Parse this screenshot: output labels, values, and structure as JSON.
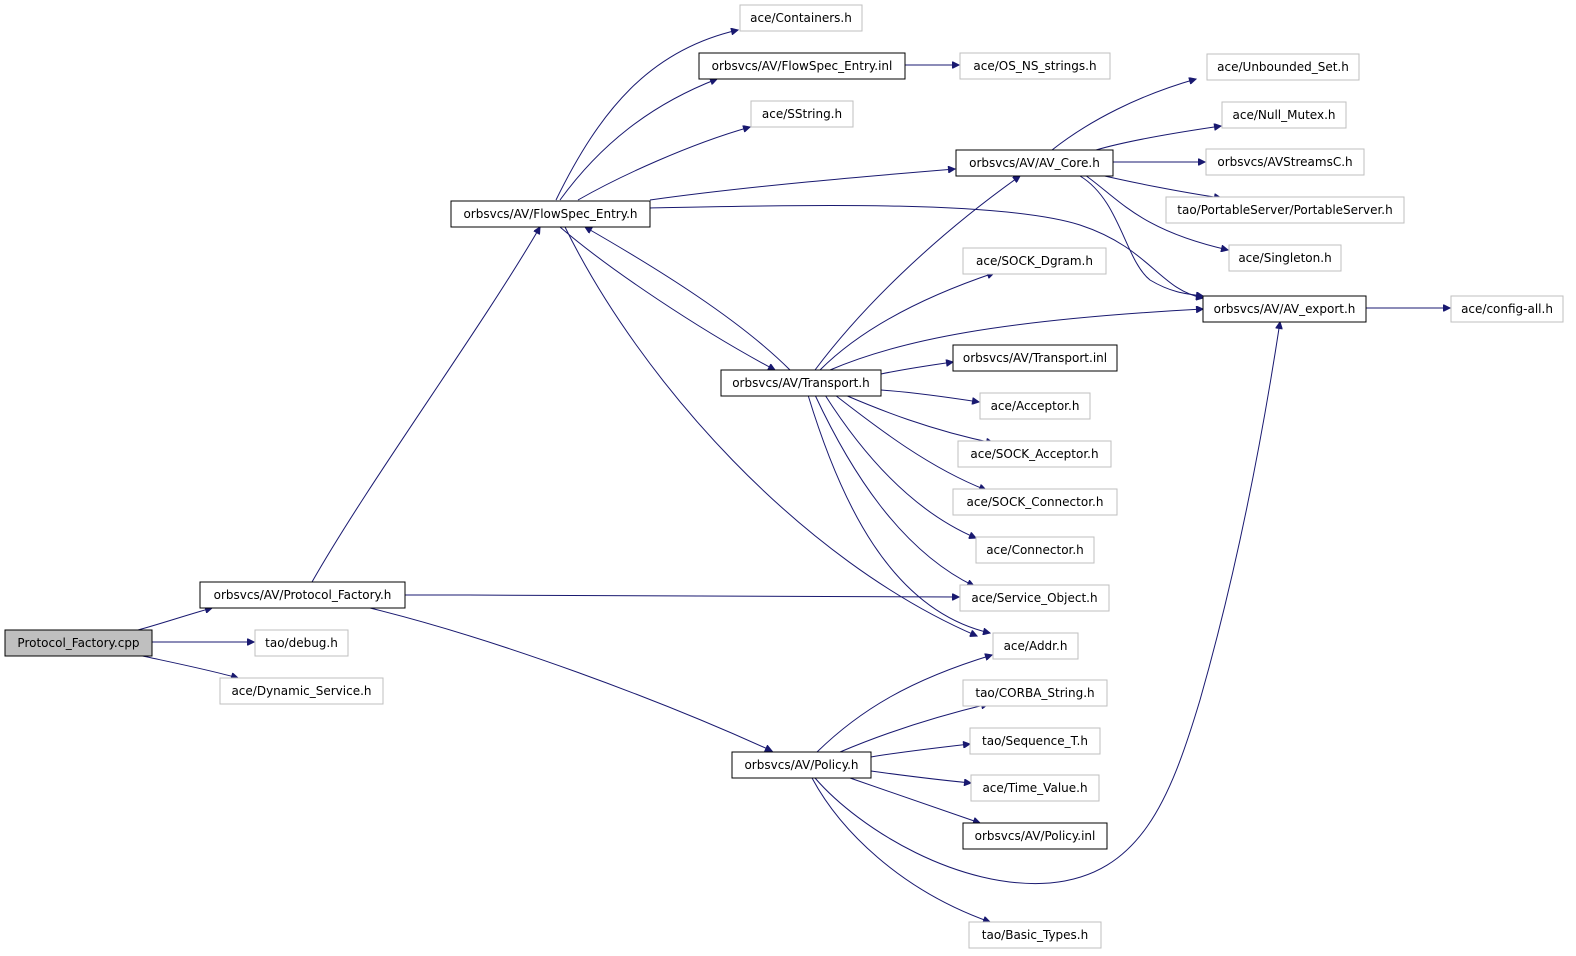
{
  "colors": {
    "edge": "#191970",
    "root_fill": "#bfbfbf",
    "documented_border": "#000000",
    "undocumented_border": "#bfbfbf",
    "background": "#ffffff"
  },
  "nodes": [
    {
      "id": "protocol_factory_cpp",
      "label": "Protocol_Factory.cpp",
      "kind": "root"
    },
    {
      "id": "protocol_factory_h",
      "label": "orbsvcs/AV/Protocol_Factory.h",
      "kind": "documented"
    },
    {
      "id": "debug_h",
      "label": "tao/debug.h",
      "kind": "external"
    },
    {
      "id": "dynamic_service_h",
      "label": "ace/Dynamic_Service.h",
      "kind": "external"
    },
    {
      "id": "flowspec_entry_h",
      "label": "orbsvcs/AV/FlowSpec_Entry.h",
      "kind": "documented"
    },
    {
      "id": "containers_h",
      "label": "ace/Containers.h",
      "kind": "external"
    },
    {
      "id": "flowspec_entry_inl",
      "label": "orbsvcs/AV/FlowSpec_Entry.inl",
      "kind": "documented"
    },
    {
      "id": "os_ns_strings_h",
      "label": "ace/OS_NS_strings.h",
      "kind": "external"
    },
    {
      "id": "sstring_h",
      "label": "ace/SString.h",
      "kind": "external"
    },
    {
      "id": "av_core_h",
      "label": "orbsvcs/AV/AV_Core.h",
      "kind": "documented"
    },
    {
      "id": "unbounded_set_h",
      "label": "ace/Unbounded_Set.h",
      "kind": "external"
    },
    {
      "id": "null_mutex_h",
      "label": "ace/Null_Mutex.h",
      "kind": "external"
    },
    {
      "id": "avstreamsc_h",
      "label": "orbsvcs/AVStreamsC.h",
      "kind": "external"
    },
    {
      "id": "portableserver_h",
      "label": "tao/PortableServer/PortableServer.h",
      "kind": "external"
    },
    {
      "id": "singleton_h",
      "label": "ace/Singleton.h",
      "kind": "external"
    },
    {
      "id": "av_export_h",
      "label": "orbsvcs/AV/AV_export.h",
      "kind": "documented"
    },
    {
      "id": "config_all_h",
      "label": "ace/config-all.h",
      "kind": "external"
    },
    {
      "id": "sock_dgram_h",
      "label": "ace/SOCK_Dgram.h",
      "kind": "external"
    },
    {
      "id": "transport_inl",
      "label": "orbsvcs/AV/Transport.inl",
      "kind": "documented"
    },
    {
      "id": "transport_h",
      "label": "orbsvcs/AV/Transport.h",
      "kind": "documented"
    },
    {
      "id": "acceptor_h",
      "label": "ace/Acceptor.h",
      "kind": "external"
    },
    {
      "id": "sock_acceptor_h",
      "label": "ace/SOCK_Acceptor.h",
      "kind": "external"
    },
    {
      "id": "sock_connector_h",
      "label": "ace/SOCK_Connector.h",
      "kind": "external"
    },
    {
      "id": "connector_h",
      "label": "ace/Connector.h",
      "kind": "external"
    },
    {
      "id": "service_object_h",
      "label": "ace/Service_Object.h",
      "kind": "external"
    },
    {
      "id": "addr_h",
      "label": "ace/Addr.h",
      "kind": "external"
    },
    {
      "id": "corba_string_h",
      "label": "tao/CORBA_String.h",
      "kind": "external"
    },
    {
      "id": "sequence_t_h",
      "label": "tao/Sequence_T.h",
      "kind": "external"
    },
    {
      "id": "policy_h",
      "label": "orbsvcs/AV/Policy.h",
      "kind": "documented"
    },
    {
      "id": "time_value_h",
      "label": "ace/Time_Value.h",
      "kind": "external"
    },
    {
      "id": "policy_inl",
      "label": "orbsvcs/AV/Policy.inl",
      "kind": "documented"
    },
    {
      "id": "basic_types_h",
      "label": "tao/Basic_Types.h",
      "kind": "external"
    }
  ],
  "edges": [
    {
      "from": "protocol_factory_cpp",
      "to": "protocol_factory_h"
    },
    {
      "from": "protocol_factory_cpp",
      "to": "debug_h"
    },
    {
      "from": "protocol_factory_cpp",
      "to": "dynamic_service_h"
    },
    {
      "from": "protocol_factory_h",
      "to": "flowspec_entry_h"
    },
    {
      "from": "protocol_factory_h",
      "to": "service_object_h"
    },
    {
      "from": "protocol_factory_h",
      "to": "policy_h"
    },
    {
      "from": "flowspec_entry_h",
      "to": "containers_h"
    },
    {
      "from": "flowspec_entry_h",
      "to": "flowspec_entry_inl"
    },
    {
      "from": "flowspec_entry_h",
      "to": "sstring_h"
    },
    {
      "from": "flowspec_entry_h",
      "to": "av_core_h"
    },
    {
      "from": "flowspec_entry_h",
      "to": "av_export_h"
    },
    {
      "from": "flowspec_entry_h",
      "to": "transport_h"
    },
    {
      "from": "flowspec_entry_h",
      "to": "addr_h"
    },
    {
      "from": "flowspec_entry_inl",
      "to": "os_ns_strings_h"
    },
    {
      "from": "av_core_h",
      "to": "unbounded_set_h"
    },
    {
      "from": "av_core_h",
      "to": "null_mutex_h"
    },
    {
      "from": "av_core_h",
      "to": "avstreamsc_h"
    },
    {
      "from": "av_core_h",
      "to": "portableserver_h"
    },
    {
      "from": "av_core_h",
      "to": "singleton_h"
    },
    {
      "from": "av_core_h",
      "to": "av_export_h"
    },
    {
      "from": "av_export_h",
      "to": "config_all_h"
    },
    {
      "from": "transport_h",
      "to": "flowspec_entry_h"
    },
    {
      "from": "transport_h",
      "to": "av_core_h"
    },
    {
      "from": "transport_h",
      "to": "sock_dgram_h"
    },
    {
      "from": "transport_h",
      "to": "av_export_h"
    },
    {
      "from": "transport_h",
      "to": "transport_inl"
    },
    {
      "from": "transport_h",
      "to": "acceptor_h"
    },
    {
      "from": "transport_h",
      "to": "sock_acceptor_h"
    },
    {
      "from": "transport_h",
      "to": "sock_connector_h"
    },
    {
      "from": "transport_h",
      "to": "connector_h"
    },
    {
      "from": "transport_h",
      "to": "service_object_h"
    },
    {
      "from": "transport_h",
      "to": "addr_h"
    },
    {
      "from": "policy_h",
      "to": "addr_h"
    },
    {
      "from": "policy_h",
      "to": "corba_string_h"
    },
    {
      "from": "policy_h",
      "to": "sequence_t_h"
    },
    {
      "from": "policy_h",
      "to": "time_value_h"
    },
    {
      "from": "policy_h",
      "to": "policy_inl"
    },
    {
      "from": "policy_h",
      "to": "av_export_h"
    },
    {
      "from": "policy_h",
      "to": "basic_types_h"
    }
  ]
}
